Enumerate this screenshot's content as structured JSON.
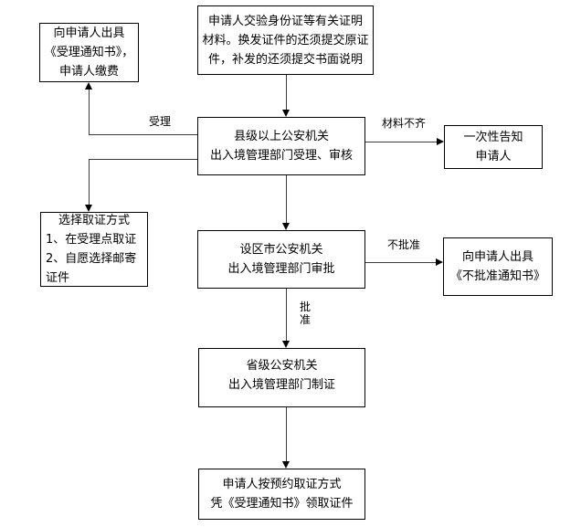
{
  "diagram": {
    "type": "flowchart",
    "background_color": "#ffffff",
    "box_border_color": "#000000",
    "connector_color": "#3d3d3d"
  },
  "boxes": {
    "submit": {
      "lines": [
        "申请人交验身份证等有关证明",
        "材料。换发证件的还须提交原证",
        "件，补发的还须提交书面说明"
      ]
    },
    "notice": {
      "lines": [
        "向申请人出具",
        "《受理通知书》，",
        "申请人缴费"
      ]
    },
    "county": {
      "lines": [
        "县级以上公安机关",
        "出入境管理部门受理、审核"
      ]
    },
    "inform": {
      "lines": [
        "一次性告知",
        "申请人"
      ]
    },
    "method": {
      "lines": [
        "选择取证方式",
        "1、在受理点取证",
        "2、自愿选择邮寄",
        "证件"
      ]
    },
    "city": {
      "lines": [
        "设区市公安机关",
        "出入境管理部门审批"
      ]
    },
    "reject": {
      "lines": [
        "向申请人出具",
        "《不批准通知书》"
      ]
    },
    "province": {
      "lines": [
        "省级公安机关",
        "出入境管理部门制证"
      ]
    },
    "final": {
      "lines": [
        "申请人按预约取证方式",
        "凭《受理通知书》领取证件"
      ]
    }
  },
  "edge_labels": {
    "accepted": "受理",
    "materials_incomplete": "材料不齐",
    "not_approved": "不批准",
    "approved": "批准"
  }
}
